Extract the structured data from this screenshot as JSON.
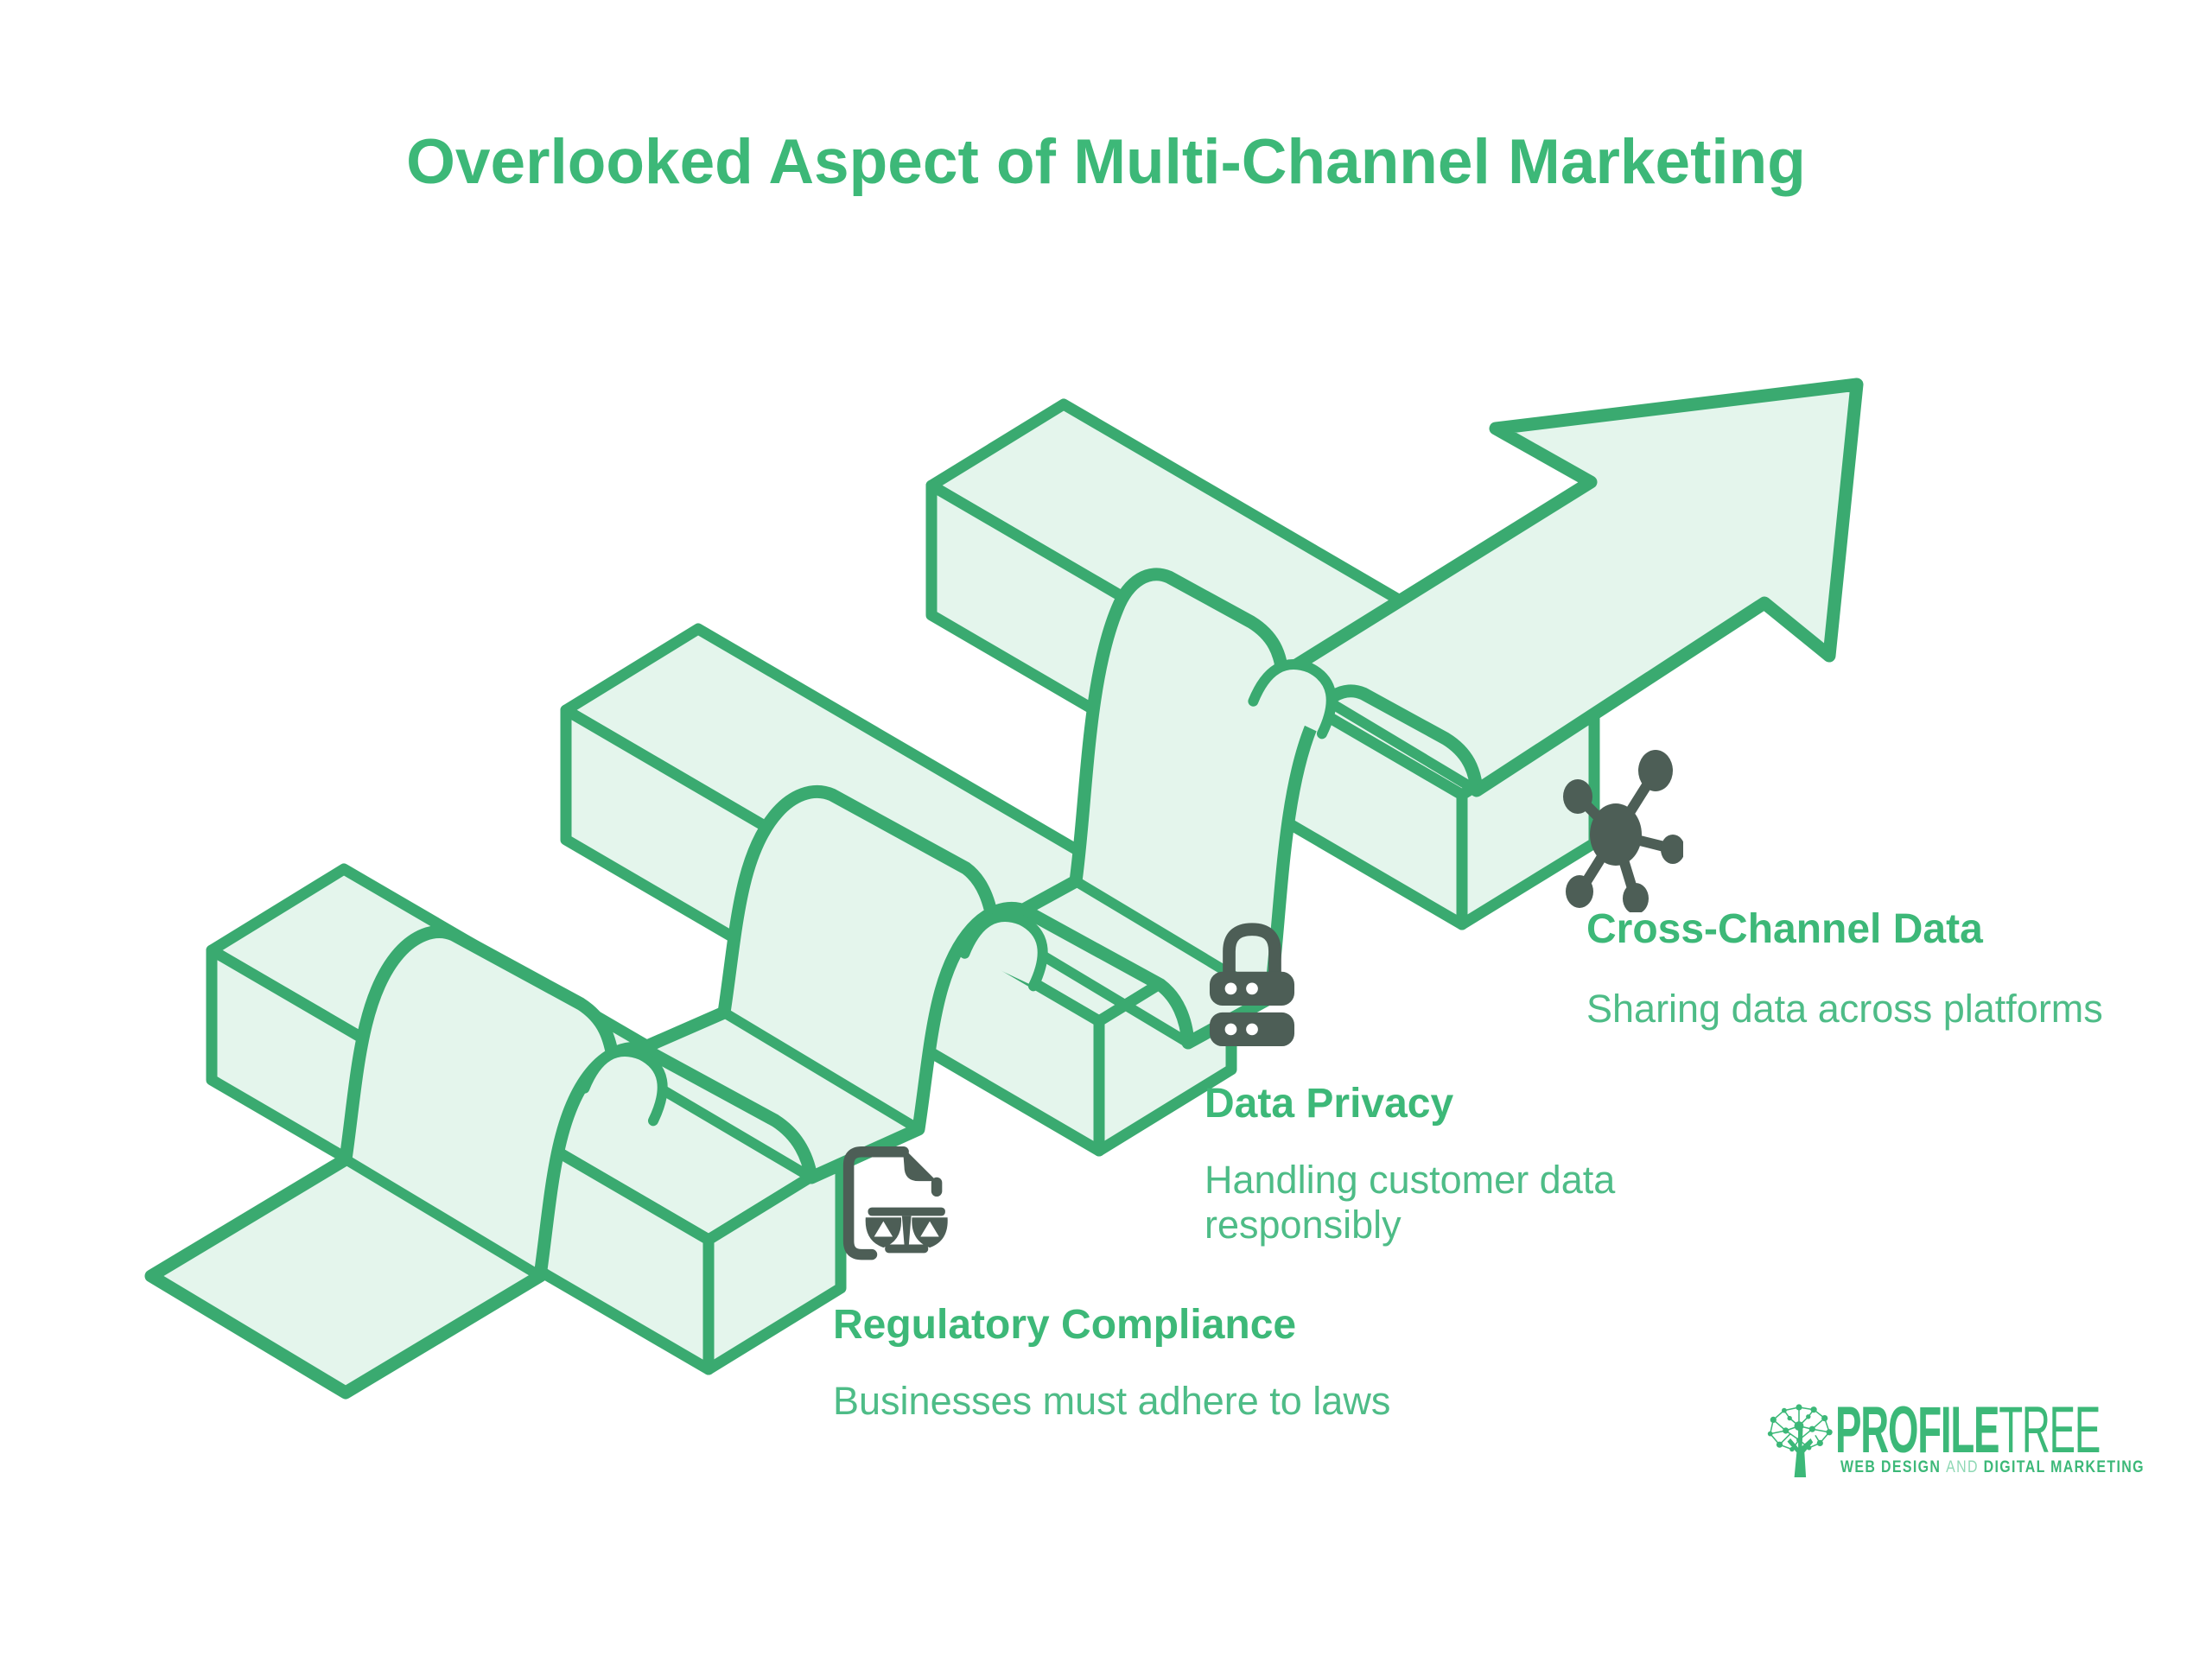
{
  "title": "Overlooked Aspect of Multi-Channel Marketing",
  "items": [
    {
      "heading": "Regulatory Compliance",
      "description": "Businesses must adhere to laws",
      "icon": "scales-document-icon"
    },
    {
      "heading": "Data Privacy",
      "description": "Handling customer data responsibly",
      "icon": "lock-server-icon"
    },
    {
      "heading": "Cross-Channel Data",
      "description": "Sharing data across platforms",
      "icon": "network-hub-icon"
    }
  ],
  "logo": {
    "brand_bold": "PROFILE",
    "brand_light": "TREE",
    "tagline_web": "WEB DESIGN",
    "tagline_and": "AND",
    "tagline_digital": "DIGITAL MARKETING"
  },
  "colors": {
    "accent_green": "#3db878",
    "outline_green": "#3aaa70",
    "light_fill": "#e4f5ec",
    "body_text_green": "#4ebc87",
    "icon_dark": "#4d5e56"
  }
}
